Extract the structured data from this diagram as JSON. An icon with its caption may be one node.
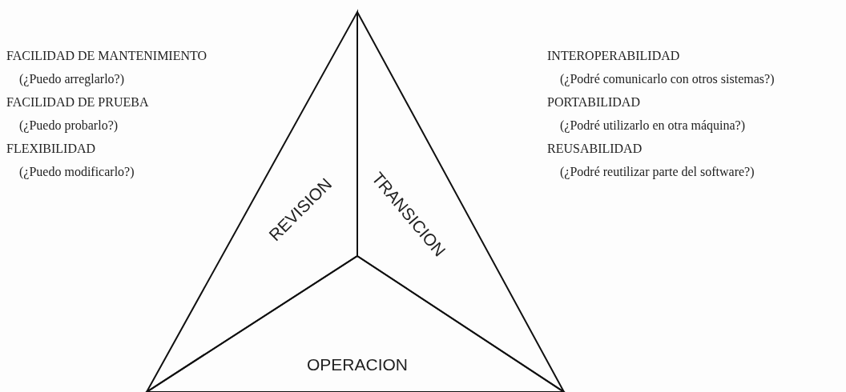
{
  "diagram": {
    "nodes": [
      {
        "text": [
          "REVISION"
        ]
      },
      {
        "text": [
          "TRANSICION"
        ]
      },
      {
        "text": [
          "OPERACION"
        ]
      }
    ],
    "labels": [
      "FACILIDAD DE MANTENIMIENTO",
      "(¿Puedo arreglarlo?)",
      "FACILIDAD DE PRUEBA",
      "(¿Puedo probarlo?)",
      "FLEXIBILIDAD",
      "(¿Puedo modificarlo?)",
      "INTEROPERABILIDAD",
      "(¿Podré comunicarlo con otros sistemas?)",
      "PORTABILIDAD",
      "(¿Podré utilizarlo en otra máquina?)",
      "REUSABILIDAD",
      "(¿Podré reutilizar parte del software?)"
    ]
  }
}
